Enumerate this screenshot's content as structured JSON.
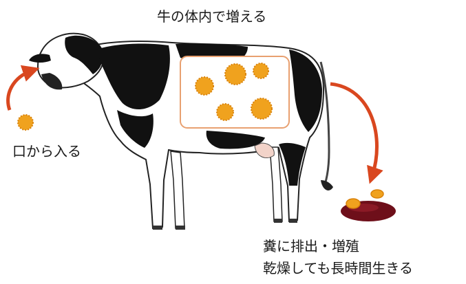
{
  "labels": {
    "title": "牛の体内で増える",
    "mouth": "口から入る",
    "feces_line1": "糞に排出・増殖",
    "feces_line2": "乾燥しても長時間生きる"
  },
  "colors": {
    "bacteria_fill": "#f0a21e",
    "bacteria_stroke": "#d9820a",
    "arrow": "#d9471f",
    "box_border": "#e8a070",
    "feces": "#6e0f1a",
    "cow_black": "#111111"
  },
  "icons": {
    "cow": "cow-illustration",
    "bacterium": "bacterium-icon",
    "arrow": "curved-arrow-icon",
    "feces": "feces-icon"
  }
}
